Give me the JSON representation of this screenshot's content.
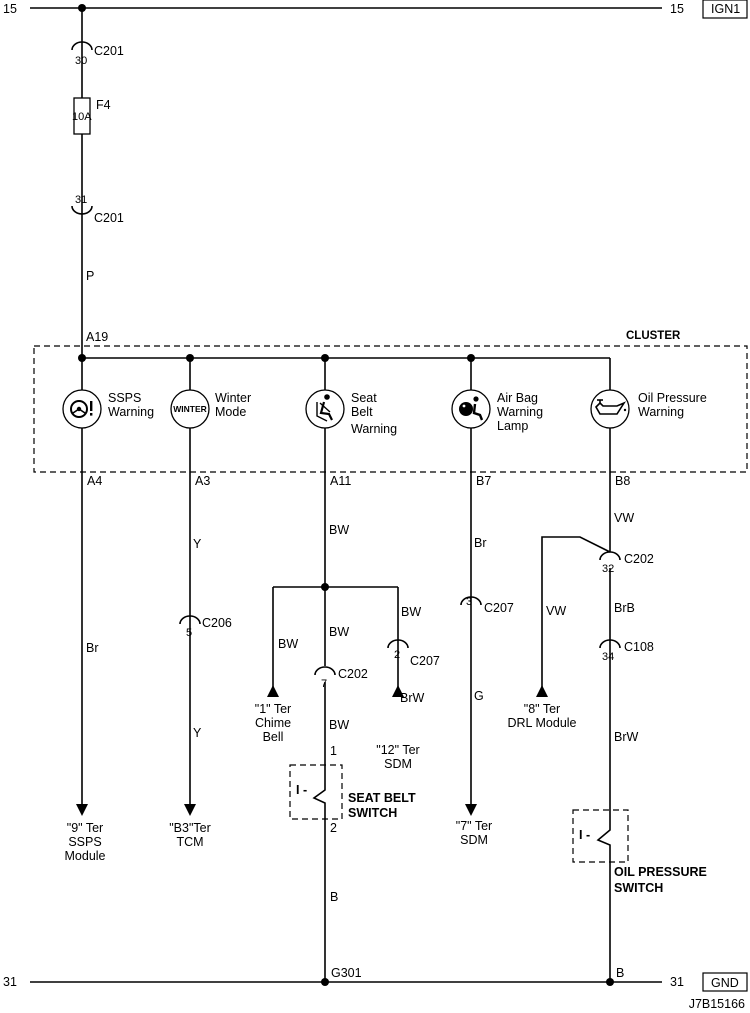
{
  "rails": {
    "top_left": "15",
    "top_right": "15",
    "top_box": "IGN1",
    "bottom_left": "31",
    "bottom_right": "31",
    "bottom_box": "GND"
  },
  "feed": {
    "c201_pin30": "30",
    "c201_label_a": "C201",
    "fuse_name": "F4",
    "fuse_rating": "10A",
    "c201_pin31": "31",
    "c201_label_b": "C201",
    "wire_p": "P",
    "pin_a19": "A19"
  },
  "cluster": {
    "title": "CLUSTER",
    "lamps": [
      {
        "icon": "ssps-icon",
        "line1": "SSPS",
        "line2": "Warning",
        "line3": "",
        "pin": "A4"
      },
      {
        "icon": "winter-icon",
        "icon_text": "WINTER",
        "line1": "Winter",
        "line2": "Mode",
        "line3": "",
        "pin": "A3"
      },
      {
        "icon": "seat-belt-icon",
        "line1": "Seat",
        "line2": "Belt",
        "line3": "Warning",
        "pin": "A11"
      },
      {
        "icon": "air-bag-icon",
        "line1": "Air Bag",
        "line2": "Warning",
        "line3": "Lamp",
        "pin": "B7"
      },
      {
        "icon": "oil-can-icon",
        "line1": "Oil Pressure",
        "line2": "Warning",
        "line3": "",
        "pin": "B8"
      }
    ]
  },
  "ssps": {
    "wire": "Br",
    "dest1": "\"9\" Ter",
    "dest2": "SSPS",
    "dest3": "Module"
  },
  "winter": {
    "wire_upper": "Y",
    "conn_pin": "5",
    "conn": "C206",
    "wire_lower": "Y",
    "dest1": "\"B3\"Ter",
    "dest2": "TCM"
  },
  "seatbelt": {
    "wire_top": "BW",
    "wire_left": "BW",
    "chime1": "\"1\" Ter",
    "chime2": "Chime",
    "chime3": "Bell",
    "wire_mid": "BW",
    "c202_pin": "7",
    "c202": "C202",
    "wire_mid_lower": "BW",
    "wire_right": "BW",
    "c207_pin": "2",
    "c207": "C207",
    "wire_right_lower": "BrW",
    "sdm1": "\"12\" Ter",
    "sdm2": "SDM",
    "switch_pin1": "1",
    "switch_pin2": "2",
    "switch_glyph": "I -",
    "switch_name1": "SEAT BELT",
    "switch_name2": "SWITCH",
    "wire_ground": "B",
    "ground": "G301"
  },
  "airbag": {
    "wire_upper": "Br",
    "conn_pin": "3",
    "conn": "C207",
    "wire_lower": "G",
    "dest1": "\"7\" Ter",
    "dest2": "SDM"
  },
  "oil": {
    "wire_top": "VW",
    "c202_pin": "32",
    "c202": "C202",
    "drl_wire": "VW",
    "drl1": "\"8\" Ter",
    "drl2": "DRL Module",
    "wire_mid": "BrB",
    "c108_pin": "34",
    "c108": "C108",
    "wire_lower": "BrW",
    "switch_glyph": "I -",
    "switch_name1": "OIL PRESSURE",
    "switch_name2": "SWITCH",
    "wire_ground": "B"
  },
  "figure_id": "J7B15166"
}
